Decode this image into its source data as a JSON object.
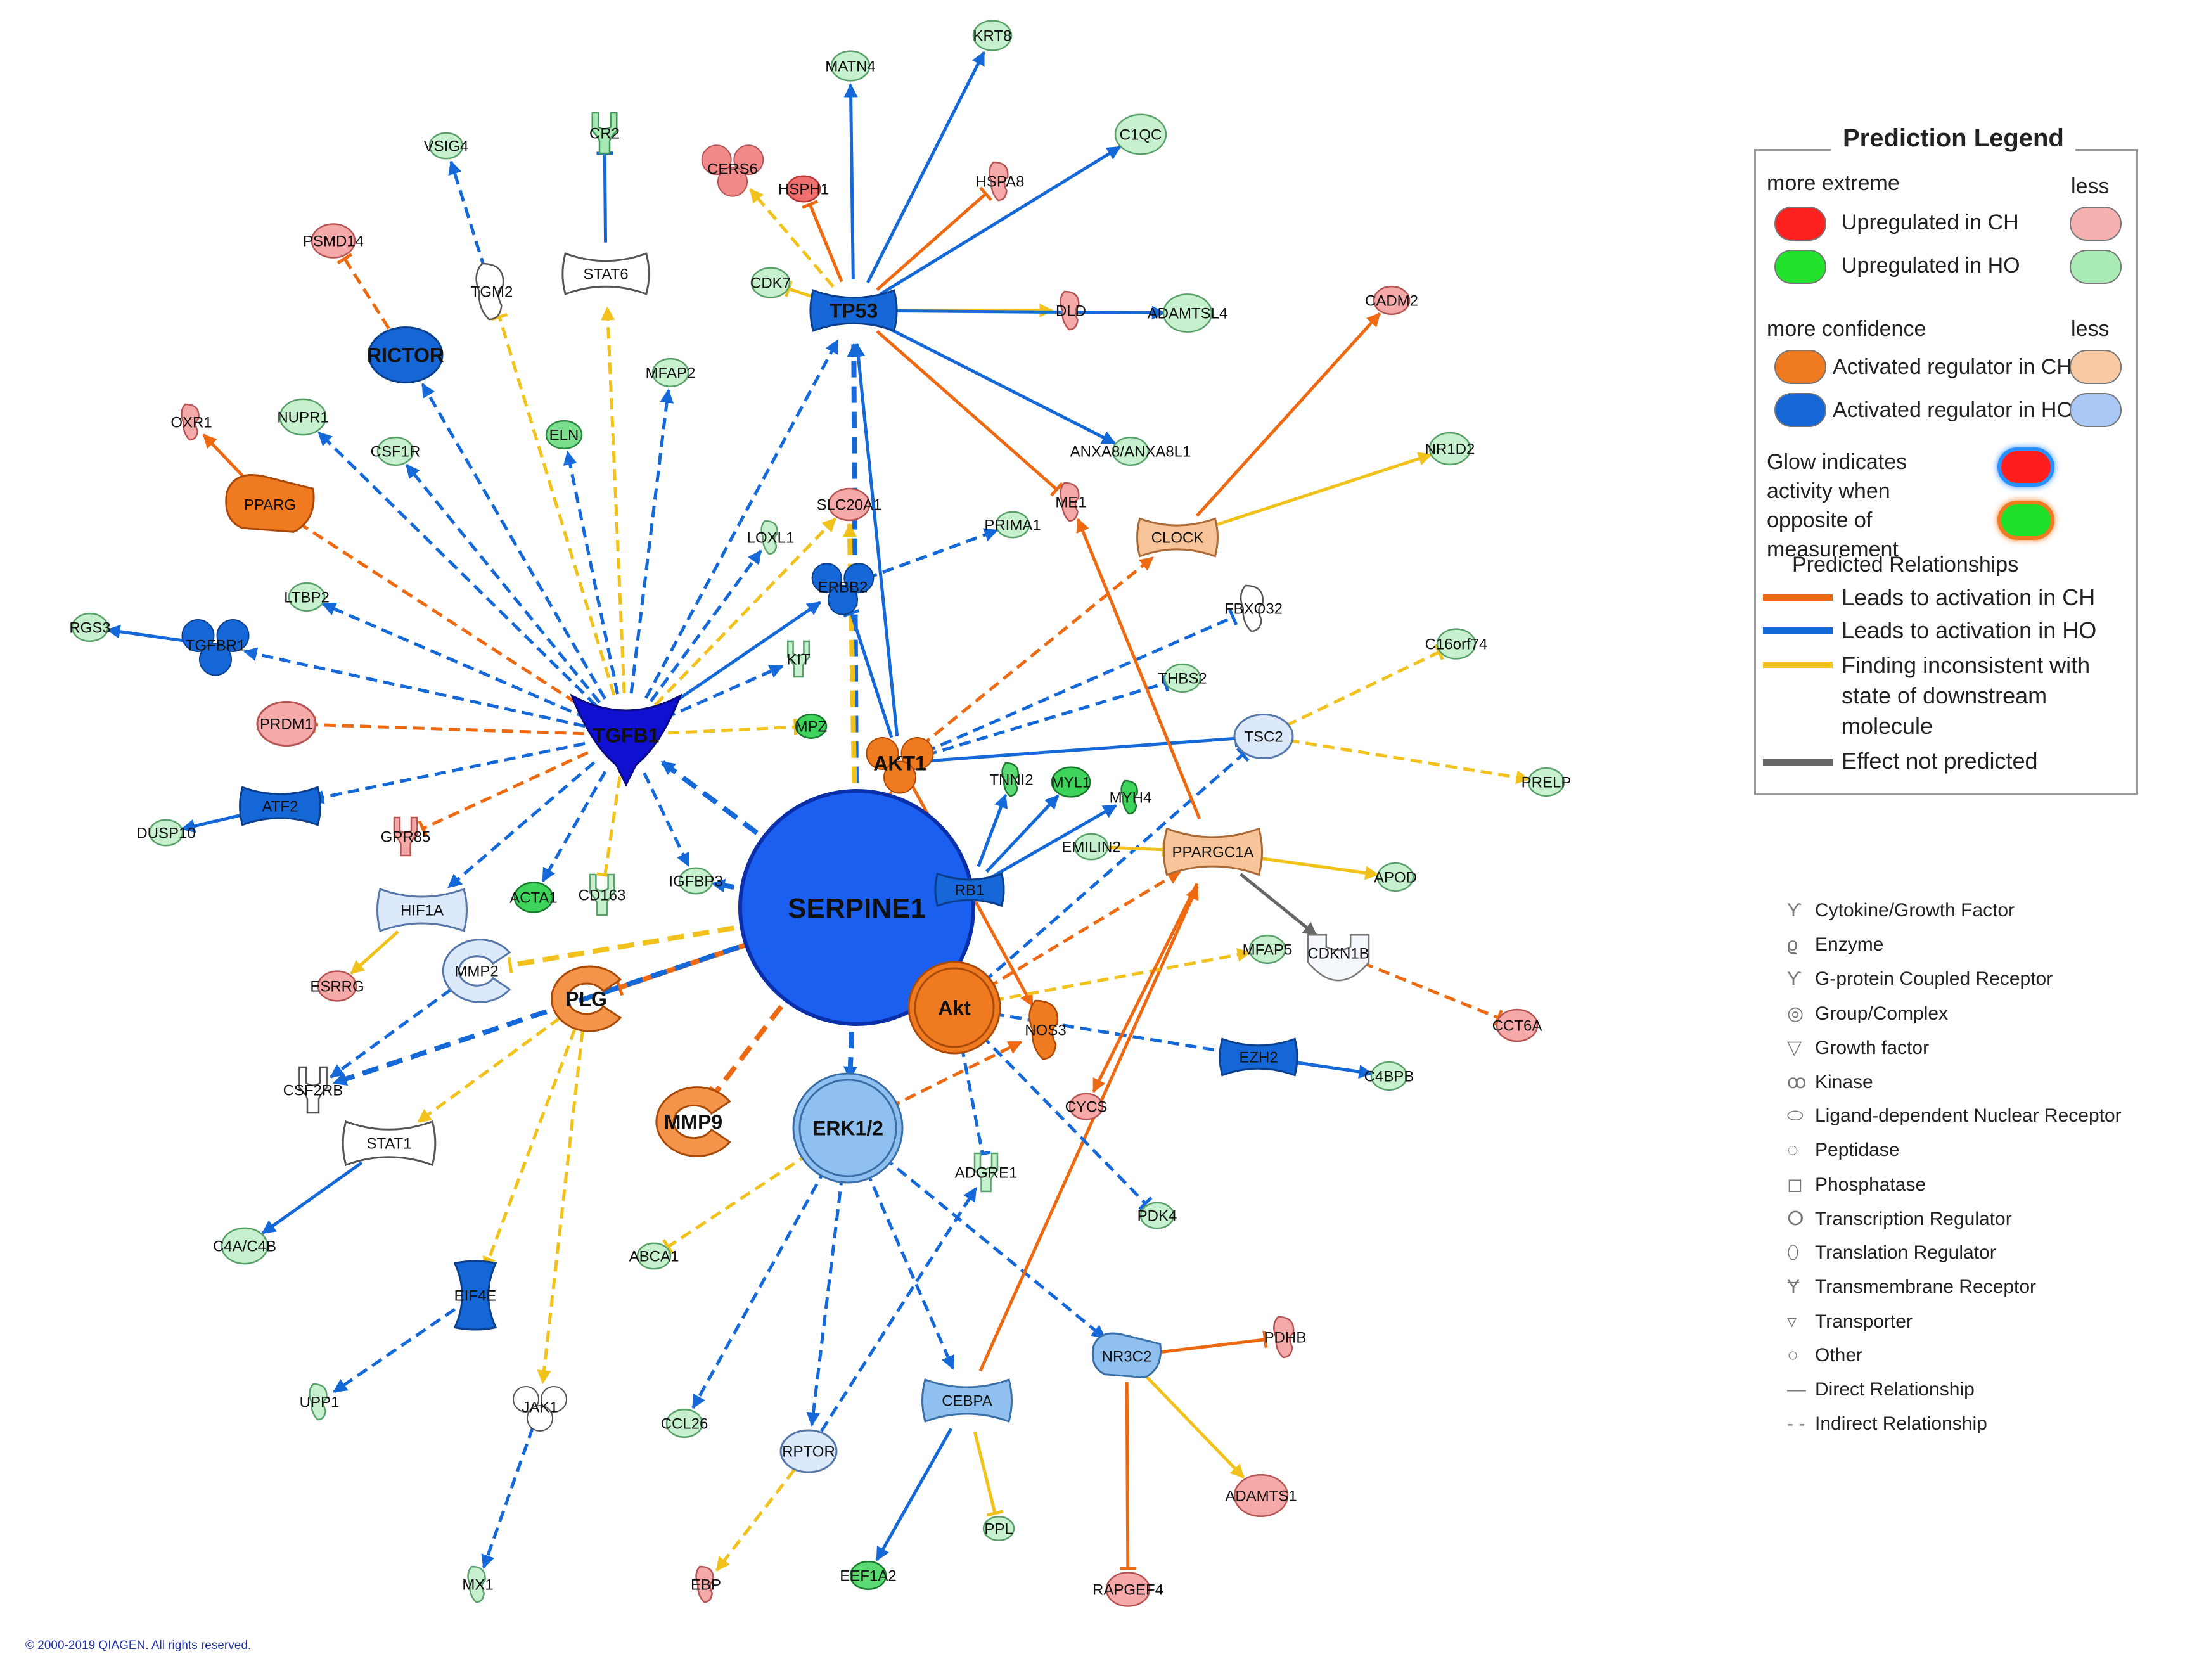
{
  "copyright": "© 2000-2019 QIAGEN. All rights reserved.",
  "colors": {
    "orange_edge": "#ee6a12",
    "blue_edge": "#1468d8",
    "yellow_edge": "#f2c21c",
    "gray_edge": "#666666"
  },
  "legend": {
    "title": "Prediction Legend",
    "more_extreme": "more extreme",
    "less1": "less",
    "up_ch": "Upregulated in CH",
    "up_ho": "Upregulated in HO",
    "more_confidence": "more confidence",
    "less2": "less",
    "act_ch": "Activated regulator in CH",
    "act_ho": "Activated regulator in HO",
    "glow": "Glow indicates activity when opposite of measurement",
    "predicted_relationships": "Predicted Relationships",
    "rel_ch": "Leads to activation in CH",
    "rel_ho": "Leads to activation in HO",
    "rel_inconsistent": "Finding inconsistent with state of downstream molecule",
    "rel_not_predicted": "Effect not predicted"
  },
  "molecule_types": [
    {
      "icon": "cytokine-icon",
      "glyph": "Ƴ",
      "label": "Cytokine/Growth Factor"
    },
    {
      "icon": "enzyme-icon",
      "glyph": "ϱ",
      "label": "Enzyme"
    },
    {
      "icon": "gpcr-icon",
      "glyph": "Ƴ",
      "label": "G-protein Coupled Receptor"
    },
    {
      "icon": "group-complex-icon",
      "glyph": "◎",
      "label": "Group/Complex"
    },
    {
      "icon": "growth-factor-icon",
      "glyph": "▽",
      "label": "Growth factor"
    },
    {
      "icon": "kinase-icon",
      "glyph": "ꝏ",
      "label": "Kinase"
    },
    {
      "icon": "ligand-nuclear-receptor-icon",
      "glyph": "⬭",
      "label": "Ligand-dependent Nuclear Receptor"
    },
    {
      "icon": "peptidase-icon",
      "glyph": "◌",
      "label": "Peptidase"
    },
    {
      "icon": "phosphatase-icon",
      "glyph": "◻",
      "label": "Phosphatase"
    },
    {
      "icon": "transcription-regulator-icon",
      "glyph": "ⵔ",
      "label": "Transcription Regulator"
    },
    {
      "icon": "translation-regulator-icon",
      "glyph": "⬯",
      "label": "Translation Regulator"
    },
    {
      "icon": "transmembrane-receptor-icon",
      "glyph": "Ɏ",
      "label": "Transmembrane Receptor"
    },
    {
      "icon": "transporter-icon",
      "glyph": "▿",
      "label": "Transporter"
    },
    {
      "icon": "other-icon",
      "glyph": "○",
      "label": "Other"
    },
    {
      "icon": "direct-relationship-icon",
      "glyph": "—",
      "label": "Direct Relationship"
    },
    {
      "icon": "indirect-relationship-icon",
      "glyph": "- -",
      "label": "Indirect Relationship"
    }
  ],
  "nodes": [
    {
      "id": "SERPINE1",
      "label": "SERPINE1",
      "shape": "circle",
      "fill": "#1a5ff0",
      "stroke": "#0a2fa8",
      "text": "#ffffff",
      "bold": true
    },
    {
      "id": "TGFB1",
      "label": "TGFB1",
      "shape": "cytokine",
      "fill": "#1010d0",
      "stroke": "#0a0a80",
      "text": "#ffffff",
      "bold": true
    },
    {
      "id": "TP53",
      "label": "TP53",
      "shape": "hourglass",
      "fill": "#1567d8",
      "stroke": "#0b3f8c",
      "text": "#ffffff",
      "bold": true
    },
    {
      "id": "AKT1",
      "label": "AKT1",
      "shape": "kinase",
      "fill": "#f07a20",
      "stroke": "#a94a08",
      "text": "#111111",
      "bold": true
    },
    {
      "id": "Akt",
      "label": "Akt",
      "shape": "group",
      "fill": "#f07a20",
      "stroke": "#a94a08",
      "text": "#111111",
      "bold": true
    },
    {
      "id": "ERK12",
      "label": "ERK1/2",
      "shape": "group",
      "fill": "#8fc0f0",
      "stroke": "#3a6fa8",
      "text": "#111111",
      "bold": true
    },
    {
      "id": "PLG",
      "label": "PLG",
      "shape": "peptidase",
      "fill": "#f3944a",
      "stroke": "#a94a08",
      "text": "#111111",
      "bold": true
    },
    {
      "id": "MMP9",
      "label": "MMP9",
      "shape": "peptidase",
      "fill": "#f3944a",
      "stroke": "#a94a08",
      "text": "#111111",
      "bold": true
    },
    {
      "id": "NOS3",
      "label": "NOS3",
      "shape": "enzyme",
      "fill": "#f07a20",
      "stroke": "#a94a08",
      "text": "#111111",
      "bold": false
    },
    {
      "id": "RICTOR",
      "label": "RICTOR",
      "shape": "ellipse",
      "fill": "#1567d8",
      "stroke": "#0b3f8c",
      "text": "#111111",
      "bold": true
    },
    {
      "id": "PPARG",
      "label": "PPARG",
      "shape": "nuclear",
      "fill": "#f07a20",
      "stroke": "#a94a08",
      "text": "#111111",
      "bold": false
    },
    {
      "id": "TGFBR1",
      "label": "TGFBR1",
      "shape": "kinase",
      "fill": "#1567d8",
      "stroke": "#0b3f8c",
      "text": "#111111",
      "bold": false
    },
    {
      "id": "ATF2",
      "label": "ATF2",
      "shape": "hourglass",
      "fill": "#1567d8",
      "stroke": "#0b3f8c",
      "text": "#111111",
      "bold": false
    },
    {
      "id": "HIF1A",
      "label": "HIF1A",
      "shape": "hourglass",
      "fill": "#dbe9fb",
      "stroke": "#5577aa",
      "text": "#111111",
      "bold": false
    },
    {
      "id": "MMP2",
      "label": "MMP2",
      "shape": "peptidase",
      "fill": "#dbe9fb",
      "stroke": "#5577aa",
      "text": "#111111",
      "bold": false
    },
    {
      "id": "STAT1",
      "label": "STAT1",
      "shape": "hourglass",
      "fill": "#ffffff",
      "stroke": "#555555",
      "text": "#111111",
      "bold": false
    },
    {
      "id": "STAT6",
      "label": "STAT6",
      "shape": "hourglass",
      "fill": "#ffffff",
      "stroke": "#555555",
      "text": "#111111",
      "bold": false
    },
    {
      "id": "EIF4E",
      "label": "EIF4E",
      "shape": "hourglassv",
      "fill": "#1567d8",
      "stroke": "#0b3f8c",
      "text": "#111111",
      "bold": false
    },
    {
      "id": "ERBB2",
      "label": "ERBB2",
      "shape": "kinase",
      "fill": "#1567d8",
      "stroke": "#0b3f8c",
      "text": "#111111",
      "bold": false
    },
    {
      "id": "RB1",
      "label": "RB1",
      "shape": "hourglass",
      "fill": "#1567d8",
      "stroke": "#0b3f8c",
      "text": "#111111",
      "bold": false
    },
    {
      "id": "CLOCK",
      "label": "CLOCK",
      "shape": "hourglass",
      "fill": "#f8c49a",
      "stroke": "#a96a38",
      "text": "#111111",
      "bold": false
    },
    {
      "id": "PPARGC1A",
      "label": "PPARGC1A",
      "shape": "hourglass",
      "fill": "#f8c49a",
      "stroke": "#a96a38",
      "text": "#111111",
      "bold": false
    },
    {
      "id": "TSC2",
      "label": "TSC2",
      "shape": "ellipse",
      "fill": "#dbe9fb",
      "stroke": "#5577aa",
      "text": "#111111",
      "bold": false
    },
    {
      "id": "EZH2",
      "label": "EZH2",
      "shape": "hourglass",
      "fill": "#1567d8",
      "stroke": "#0b3f8c",
      "text": "#111111",
      "bold": false
    },
    {
      "id": "CEBPA",
      "label": "CEBPA",
      "shape": "hourglass",
      "fill": "#8fc0f0",
      "stroke": "#3a6fa8",
      "text": "#111111",
      "bold": false
    },
    {
      "id": "NR3C2",
      "label": "NR3C2",
      "shape": "nuclear",
      "fill": "#8fc0f0",
      "stroke": "#3a6fa8",
      "text": "#111111",
      "bold": false
    },
    {
      "id": "RPTOR",
      "label": "RPTOR",
      "shape": "ellipse",
      "fill": "#dbe9fb",
      "stroke": "#5577aa",
      "text": "#111111",
      "bold": false
    },
    {
      "id": "CDKN1B",
      "label": "CDKN1B",
      "shape": "smallwhite",
      "fill": "#f4f7fb",
      "stroke": "#777777",
      "text": "#111111",
      "bold": false
    },
    {
      "id": "TGM2",
      "label": "TGM2",
      "shape": "enzyme",
      "fill": "#ffffff",
      "stroke": "#555555",
      "text": "#111111",
      "bold": false
    },
    {
      "id": "CSF2RB",
      "label": "CSF2RB",
      "shape": "receptor",
      "fill": "#ffffff",
      "stroke": "#555555",
      "text": "#111111",
      "bold": false
    },
    {
      "id": "JAK1",
      "label": "JAK1",
      "shape": "kinase",
      "fill": "#ffffff",
      "stroke": "#555555",
      "text": "#111111",
      "bold": false
    },
    {
      "id": "FBXO32",
      "label": "FBXO32",
      "shape": "enzyme",
      "fill": "#ffffff",
      "stroke": "#555555",
      "text": "#111111",
      "bold": false
    },
    {
      "id": "CR2",
      "label": "CR2",
      "shape": "receptor",
      "fill": "#a9e7b4",
      "stroke": "#3e9955",
      "text": "#111111",
      "bold": false
    },
    {
      "id": "VSIG4",
      "label": "VSIG4",
      "shape": "small",
      "fill": "#c7f0cf",
      "stroke": "#5aa06a",
      "text": "#111111",
      "bold": false
    },
    {
      "id": "PSMD14",
      "label": "PSMD14",
      "shape": "small",
      "fill": "#f5a9a9",
      "stroke": "#b55555",
      "text": "#111111",
      "bold": false
    },
    {
      "id": "OXR1",
      "label": "OXR1",
      "shape": "enzyme",
      "fill": "#f5a9a9",
      "stroke": "#b55555",
      "text": "#111111",
      "bold": false
    },
    {
      "id": "NUPR1",
      "label": "NUPR1",
      "shape": "small",
      "fill": "#c7f0cf",
      "stroke": "#5aa06a",
      "text": "#111111",
      "bold": false
    },
    {
      "id": "CSF1R",
      "label": "CSF1R",
      "shape": "small",
      "fill": "#c7f0cf",
      "stroke": "#5aa06a",
      "text": "#111111",
      "bold": false
    },
    {
      "id": "ELN",
      "label": "ELN",
      "shape": "small",
      "fill": "#7be08e",
      "stroke": "#2a8a40",
      "text": "#111111",
      "bold": false
    },
    {
      "id": "MFAP2",
      "label": "MFAP2",
      "shape": "small",
      "fill": "#c7f0cf",
      "stroke": "#5aa06a",
      "text": "#111111",
      "bold": false
    },
    {
      "id": "LTBP2",
      "label": "LTBP2",
      "shape": "small",
      "fill": "#c7f0cf",
      "stroke": "#5aa06a",
      "text": "#111111",
      "bold": false
    },
    {
      "id": "RGS3",
      "label": "RGS3",
      "shape": "small",
      "fill": "#c7f0cf",
      "stroke": "#5aa06a",
      "text": "#111111",
      "bold": false
    },
    {
      "id": "PRDM1",
      "label": "PRDM1",
      "shape": "ellipse",
      "fill": "#f5a9a9",
      "stroke": "#b55555",
      "text": "#111111",
      "bold": false
    },
    {
      "id": "DUSP10",
      "label": "DUSP10",
      "shape": "small",
      "fill": "#c7f0cf",
      "stroke": "#5aa06a",
      "text": "#111111",
      "bold": false
    },
    {
      "id": "GPR85",
      "label": "GPR85",
      "shape": "receptor",
      "fill": "#f5a9a9",
      "stroke": "#b55555",
      "text": "#111111",
      "bold": false
    },
    {
      "id": "ESRRG",
      "label": "ESRRG",
      "shape": "small",
      "fill": "#f5a9a9",
      "stroke": "#b55555",
      "text": "#111111",
      "bold": false
    },
    {
      "id": "ACTA1",
      "label": "ACTA1",
      "shape": "small",
      "fill": "#3ed35a",
      "stroke": "#1a7a30",
      "text": "#111111",
      "bold": false
    },
    {
      "id": "CD163",
      "label": "CD163",
      "shape": "receptor",
      "fill": "#c7f0cf",
      "stroke": "#5aa06a",
      "text": "#111111",
      "bold": false
    },
    {
      "id": "IGFBP3",
      "label": "IGFBP3",
      "shape": "small",
      "fill": "#c7f0cf",
      "stroke": "#5aa06a",
      "text": "#111111",
      "bold": false
    },
    {
      "id": "C4AC4B",
      "label": "C4A/C4B",
      "shape": "small",
      "fill": "#c7f0cf",
      "stroke": "#5aa06a",
      "text": "#111111",
      "bold": false
    },
    {
      "id": "UPP1",
      "label": "UPP1",
      "shape": "enzyme",
      "fill": "#c7f0cf",
      "stroke": "#5aa06a",
      "text": "#111111",
      "bold": false
    },
    {
      "id": "MX1",
      "label": "MX1",
      "shape": "enzyme",
      "fill": "#c7f0cf",
      "stroke": "#5aa06a",
      "text": "#111111",
      "bold": false
    },
    {
      "id": "CCL26",
      "label": "CCL26",
      "shape": "small",
      "fill": "#c7f0cf",
      "stroke": "#5aa06a",
      "text": "#111111",
      "bold": false
    },
    {
      "id": "ABCA1",
      "label": "ABCA1",
      "shape": "small",
      "fill": "#c7f0cf",
      "stroke": "#5aa06a",
      "text": "#111111",
      "bold": false
    },
    {
      "id": "EBP",
      "label": "EBP",
      "shape": "enzyme",
      "fill": "#f5a9a9",
      "stroke": "#b55555",
      "text": "#111111",
      "bold": false
    },
    {
      "id": "EEF1A2",
      "label": "EEF1A2",
      "shape": "small",
      "fill": "#5bd973",
      "stroke": "#1a7a30",
      "text": "#111111",
      "bold": false
    },
    {
      "id": "PPL",
      "label": "PPL",
      "shape": "small",
      "fill": "#c7f0cf",
      "stroke": "#5aa06a",
      "text": "#111111",
      "bold": false
    },
    {
      "id": "ADGRE1",
      "label": "ADGRE1",
      "shape": "receptor",
      "fill": "#c7f0cf",
      "stroke": "#5aa06a",
      "text": "#111111",
      "bold": false
    },
    {
      "id": "PDK4",
      "label": "PDK4",
      "shape": "small",
      "fill": "#c7f0cf",
      "stroke": "#5aa06a",
      "text": "#111111",
      "bold": false
    },
    {
      "id": "CYCS",
      "label": "CYCS",
      "shape": "small",
      "fill": "#f5a9a9",
      "stroke": "#b55555",
      "text": "#111111",
      "bold": false
    },
    {
      "id": "PDHB",
      "label": "PDHB",
      "shape": "enzyme",
      "fill": "#f5a9a9",
      "stroke": "#b55555",
      "text": "#111111",
      "bold": false
    },
    {
      "id": "ADAMTS1",
      "label": "ADAMTS1",
      "shape": "small",
      "fill": "#f5a9a9",
      "stroke": "#b55555",
      "text": "#111111",
      "bold": false
    },
    {
      "id": "RAPGEF4",
      "label": "RAPGEF4",
      "shape": "small",
      "fill": "#f5a9a9",
      "stroke": "#b55555",
      "text": "#111111",
      "bold": false
    },
    {
      "id": "C4BPB",
      "label": "C4BPB",
      "shape": "small",
      "fill": "#c7f0cf",
      "stroke": "#5aa06a",
      "text": "#111111",
      "bold": false
    },
    {
      "id": "CCT6A",
      "label": "CCT6A",
      "shape": "small",
      "fill": "#f5a9a9",
      "stroke": "#b55555",
      "text": "#111111",
      "bold": false
    },
    {
      "id": "MFAP5",
      "label": "MFAP5",
      "shape": "small",
      "fill": "#c7f0cf",
      "stroke": "#5aa06a",
      "text": "#111111",
      "bold": false
    },
    {
      "id": "APOD",
      "label": "APOD",
      "shape": "small",
      "fill": "#c7f0cf",
      "stroke": "#5aa06a",
      "text": "#111111",
      "bold": false
    },
    {
      "id": "EMILIN2",
      "label": "EMILIN2",
      "shape": "small",
      "fill": "#c7f0cf",
      "stroke": "#5aa06a",
      "text": "#111111",
      "bold": false
    },
    {
      "id": "MYL1",
      "label": "MYL1",
      "shape": "small",
      "fill": "#3ed35a",
      "stroke": "#1a7a30",
      "text": "#111111",
      "bold": false
    },
    {
      "id": "MYH4",
      "label": "MYH4",
      "shape": "enzyme",
      "fill": "#3ed35a",
      "stroke": "#1a7a30",
      "text": "#111111",
      "bold": false
    },
    {
      "id": "TNNI2",
      "label": "TNNI2",
      "shape": "enzyme",
      "fill": "#5bd973",
      "stroke": "#1a7a30",
      "text": "#111111",
      "bold": false
    },
    {
      "id": "PRELP",
      "label": "PRELP",
      "shape": "small",
      "fill": "#c7f0cf",
      "stroke": "#5aa06a",
      "text": "#111111",
      "bold": false
    },
    {
      "id": "C16orf74",
      "label": "C16orf74",
      "shape": "small",
      "fill": "#c7f0cf",
      "stroke": "#5aa06a",
      "text": "#111111",
      "bold": false
    },
    {
      "id": "THBS2",
      "label": "THBS2",
      "shape": "small",
      "fill": "#c7f0cf",
      "stroke": "#5aa06a",
      "text": "#111111",
      "bold": false
    },
    {
      "id": "NR1D2",
      "label": "NR1D2",
      "shape": "small",
      "fill": "#c7f0cf",
      "stroke": "#5aa06a",
      "text": "#111111",
      "bold": false
    },
    {
      "id": "CADM2",
      "label": "CADM2",
      "shape": "small",
      "fill": "#f5a9a9",
      "stroke": "#b55555",
      "text": "#111111",
      "bold": false
    },
    {
      "id": "ME1",
      "label": "ME1",
      "shape": "enzyme",
      "fill": "#f5a9a9",
      "stroke": "#b55555",
      "text": "#111111",
      "bold": false
    },
    {
      "id": "ANXA8",
      "label": "ANXA8/ANXA8L1",
      "shape": "small",
      "fill": "#c7f0cf",
      "stroke": "#5aa06a",
      "text": "#111111",
      "bold": false
    },
    {
      "id": "PRIMA1",
      "label": "PRIMA1",
      "shape": "small",
      "fill": "#c7f0cf",
      "stroke": "#5aa06a",
      "text": "#111111",
      "bold": false
    },
    {
      "id": "SLC20A1",
      "label": "SLC20A1",
      "shape": "small",
      "fill": "#f5a9a9",
      "stroke": "#b55555",
      "text": "#111111",
      "bold": false
    },
    {
      "id": "LOXL1",
      "label": "LOXL1",
      "shape": "enzyme",
      "fill": "#c7f0cf",
      "stroke": "#5aa06a",
      "text": "#111111",
      "bold": false
    },
    {
      "id": "KIT",
      "label": "KIT",
      "shape": "receptor",
      "fill": "#c7f0cf",
      "stroke": "#5aa06a",
      "text": "#111111",
      "bold": false
    },
    {
      "id": "MPZ",
      "label": "MPZ",
      "shape": "small",
      "fill": "#3ed35a",
      "stroke": "#1a7a30",
      "text": "#111111",
      "bold": false
    },
    {
      "id": "CDK7",
      "label": "CDK7",
      "shape": "small",
      "fill": "#c7f0cf",
      "stroke": "#5aa06a",
      "text": "#111111",
      "bold": false
    },
    {
      "id": "CERS6",
      "label": "CERS6",
      "shape": "kinase",
      "fill": "#f08a8a",
      "stroke": "#b55555",
      "text": "#111111",
      "bold": false
    },
    {
      "id": "HSPH1",
      "label": "HSPH1",
      "shape": "small",
      "fill": "#f07070",
      "stroke": "#b53535",
      "text": "#111111",
      "bold": false
    },
    {
      "id": "MATN4",
      "label": "MATN4",
      "shape": "small",
      "fill": "#c7f0cf",
      "stroke": "#5aa06a",
      "text": "#111111",
      "bold": false
    },
    {
      "id": "KRT8",
      "label": "KRT8",
      "shape": "small",
      "fill": "#c7f0cf",
      "stroke": "#5aa06a",
      "text": "#111111",
      "bold": false
    },
    {
      "id": "C1QC",
      "label": "C1QC",
      "shape": "small",
      "fill": "#c7f0cf",
      "stroke": "#5aa06a",
      "text": "#111111",
      "bold": false
    },
    {
      "id": "HSPA8",
      "label": "HSPA8",
      "shape": "enzyme",
      "fill": "#f5a9a9",
      "stroke": "#b55555",
      "text": "#111111",
      "bold": false
    },
    {
      "id": "DLD",
      "label": "DLD",
      "shape": "enzyme",
      "fill": "#f5a9a9",
      "stroke": "#b55555",
      "text": "#111111",
      "bold": false
    },
    {
      "id": "ADAMTSL4",
      "label": "ADAMTSL4",
      "shape": "small",
      "fill": "#c7f0cf",
      "stroke": "#5aa06a",
      "text": "#111111",
      "bold": false
    }
  ]
}
